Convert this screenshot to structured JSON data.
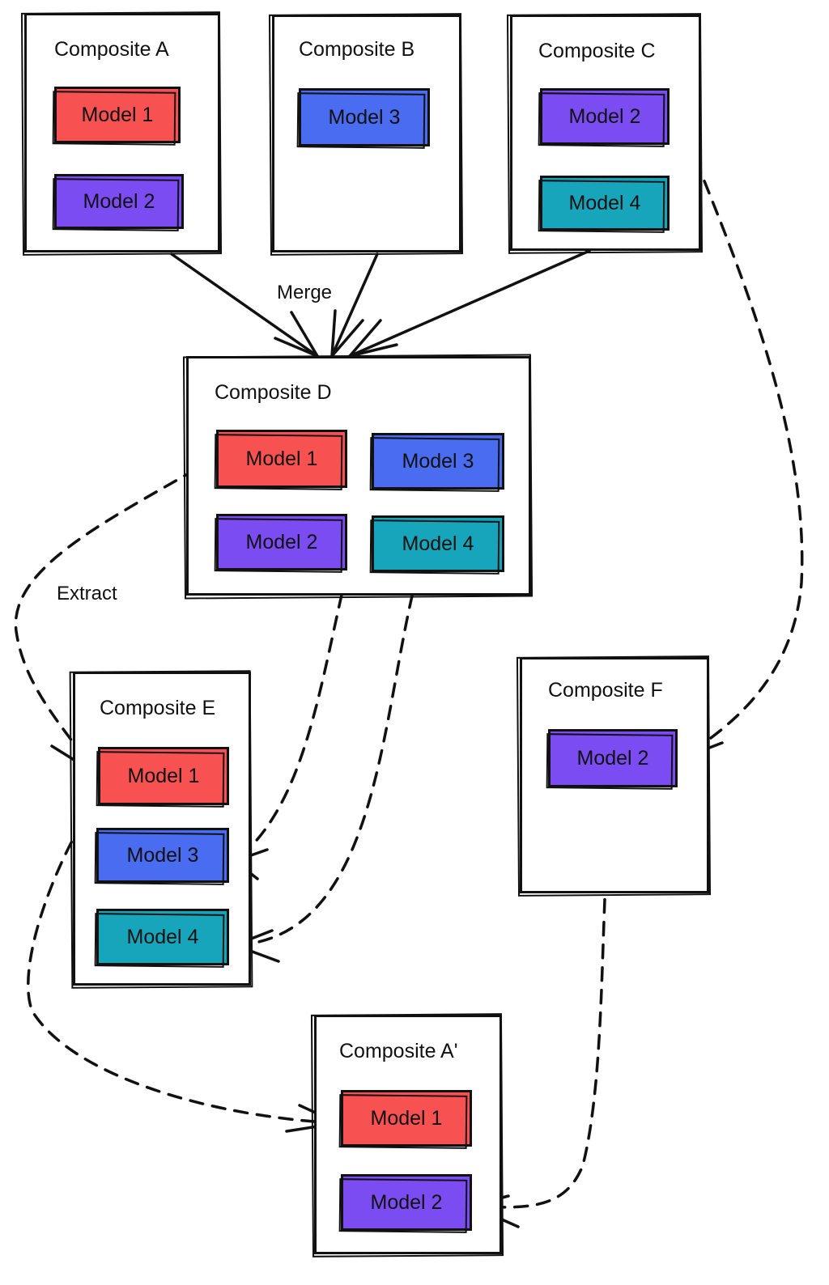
{
  "composites": {
    "a": {
      "title": "Composite A",
      "models": [
        "Model 1",
        "Model 2"
      ]
    },
    "b": {
      "title": "Composite B",
      "models": [
        "Model 3"
      ]
    },
    "c": {
      "title": "Composite C",
      "models": [
        "Model 2",
        "Model 4"
      ]
    },
    "d": {
      "title": "Composite D",
      "models": [
        "Model 1",
        "Model 3",
        "Model 2",
        "Model 4"
      ]
    },
    "e": {
      "title": "Composite E",
      "models": [
        "Model 1",
        "Model 3",
        "Model 4"
      ]
    },
    "f": {
      "title": "Composite F",
      "models": [
        "Model 2"
      ]
    },
    "a2": {
      "title": "Composite A'",
      "models": [
        "Model 1",
        "Model 2"
      ]
    }
  },
  "labels": {
    "merge": "Merge",
    "extract": "Extract"
  },
  "colors": {
    "model_1": "#f85151",
    "model_2": "#7b4cf2",
    "model_3": "#4a6cf0",
    "model_4": "#16a5bb",
    "stroke": "#111111"
  }
}
